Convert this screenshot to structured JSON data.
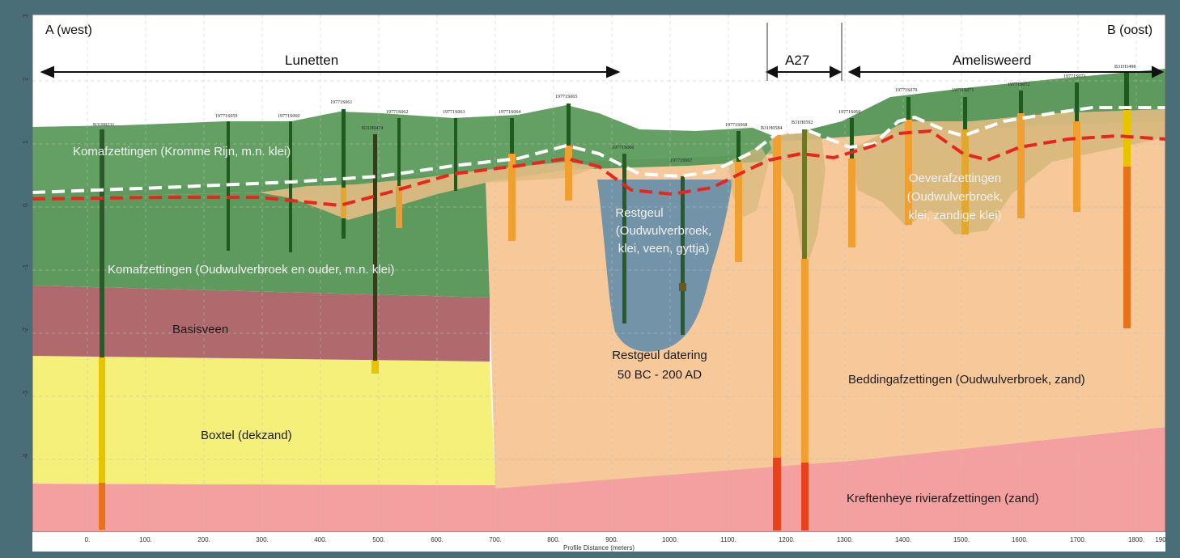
{
  "corners": {
    "west": "A (west)",
    "east": "B (oost)"
  },
  "zones": [
    {
      "id": "lunetten",
      "label": "Lunetten"
    },
    {
      "id": "a27",
      "label": "A27"
    },
    {
      "id": "amelisweerd",
      "label": "Amelisweerd"
    }
  ],
  "units": {
    "kromme_rijn": "Komafzettingen (Kromme Rijn, m.n. klei)",
    "oudwulverbroek_kom": "Komafzettingen (Oudwulverbroek en ouder, m.n. klei)",
    "basisveen": "Basisveen",
    "boxtel": "Boxtel (dekzand)",
    "restgeul_line1": "Restgeul",
    "restgeul_line2": "(Oudwulverbroek,",
    "restgeul_line3": "klei, veen, gyttja)",
    "dating_line1": "Restgeul datering",
    "dating_line2": "50 BC - 200 AD",
    "oever_line1": "Oeverafzettingen",
    "oever_line2": "(Oudwulverbroek,",
    "oever_line3": "klei, zandige klei)",
    "bedding": "Beddingafzettingen (Oudwulverbroek, zand)",
    "kreftenheye": "Kreftenheye rivierafzettingen (zand)"
  },
  "axes": {
    "xlabel": "Profile Distance (meters)",
    "x_ticks": [
      "0.",
      "100.",
      "200.",
      "300.",
      "400.",
      "500.",
      "600.",
      "700.",
      "800.",
      "900.",
      "1000.",
      "1100.",
      "1200.",
      "1300.",
      "1400.",
      "1500.",
      "1600.",
      "1700.",
      "1800.",
      "190"
    ],
    "y_ticks": [
      "3",
      "2",
      "1",
      "0",
      "-1",
      "-2",
      "-3",
      "-4"
    ]
  },
  "boreholes": [
    {
      "label": "B31H0231"
    },
    {
      "label": "19771S059"
    },
    {
      "label": "19771S060"
    },
    {
      "label": "19771S061"
    },
    {
      "label": "B31H0474"
    },
    {
      "label": "19771S062"
    },
    {
      "label": "19771S063"
    },
    {
      "label": "19771S064"
    },
    {
      "label": "19771S065"
    },
    {
      "label": "19771S066"
    },
    {
      "label": "19771S067"
    },
    {
      "label": "19771S068"
    },
    {
      "label": "B31H0584"
    },
    {
      "label": "B31H0592"
    },
    {
      "label": "19771S069"
    },
    {
      "label": "19771S070"
    },
    {
      "label": "19771S071"
    },
    {
      "label": "19771S072"
    },
    {
      "label": "19771S073"
    },
    {
      "label": "B31H1498"
    }
  ],
  "colors": {
    "frame": "#4a6e78",
    "sky": "#ffffff",
    "kom": "#5e9a5e",
    "basisveen": "#b06a6e",
    "boxtel": "#f5f07a",
    "bedding": "#f6c89a",
    "kreftenheye": "#f5a0a0",
    "restgeul": "#7393a8",
    "oever": "#d9b97e",
    "surface_line": "#ffffff",
    "base_line": "#e8251e"
  }
}
